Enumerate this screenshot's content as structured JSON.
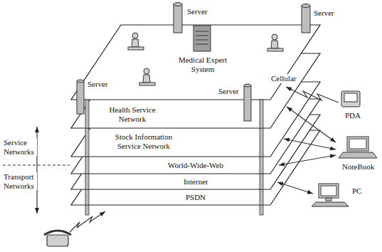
{
  "diagram": {
    "nodes": [
      {
        "text": [
          "Medical Expert System"
        ]
      },
      {
        "text": [
          "Health Service Network"
        ]
      },
      {
        "text": [
          "Stock Information Service Network"
        ]
      },
      {
        "text": [
          "World-Wide-Web"
        ]
      },
      {
        "text": [
          "Internet"
        ]
      },
      {
        "text": [
          "PSDN"
        ]
      }
    ],
    "labels": [
      "Server",
      "Server",
      "Cellular",
      "Server",
      "Server",
      "PDA",
      "Service Networks",
      "NoteBook",
      "Transport Networks",
      "PC"
    ]
  }
}
